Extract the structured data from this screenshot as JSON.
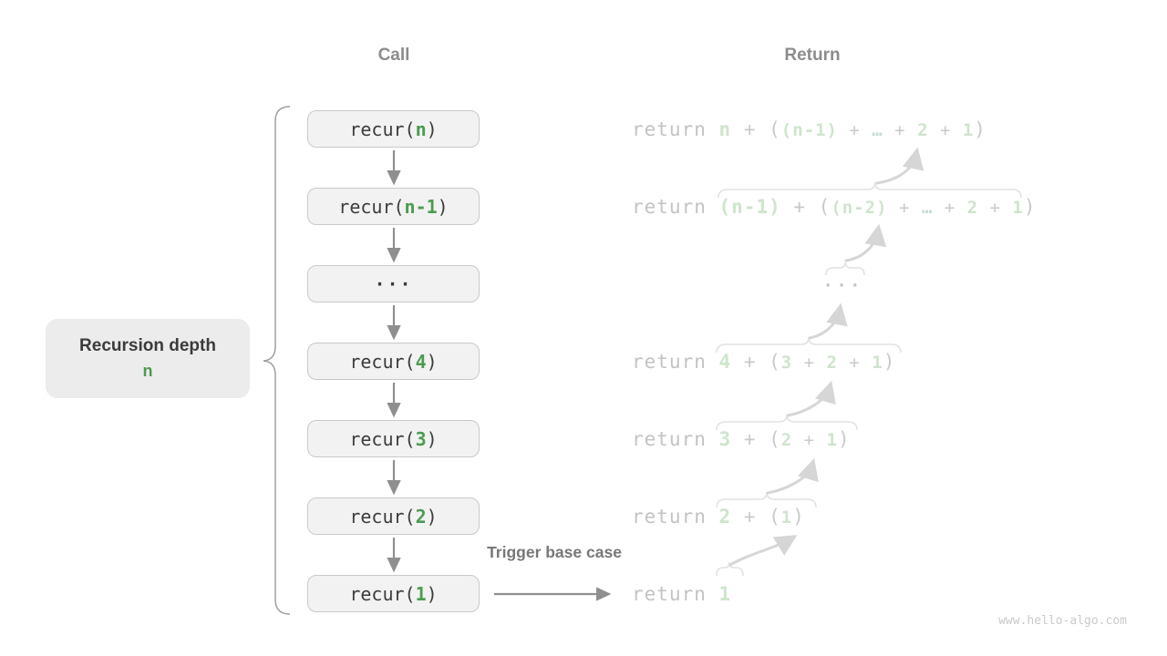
{
  "headers": {
    "call": "Call",
    "return": "Return"
  },
  "side_label": {
    "title": "Recursion depth",
    "value": "n"
  },
  "trigger_label": "Trigger base case",
  "watermark": "www.hello-algo.com",
  "call_column": {
    "boxes": [
      {
        "prefix": "recur(",
        "arg": "n",
        "suffix": ")"
      },
      {
        "prefix": "recur(",
        "arg": "n-1",
        "suffix": ")"
      },
      {
        "ellipsis": "···"
      },
      {
        "prefix": "recur(",
        "arg": "4",
        "suffix": ")"
      },
      {
        "prefix": "recur(",
        "arg": "3",
        "suffix": ")"
      },
      {
        "prefix": "recur(",
        "arg": "2",
        "suffix": ")"
      },
      {
        "prefix": "recur(",
        "arg": "1",
        "suffix": ")"
      }
    ]
  },
  "return_column": {
    "rows": [
      {
        "segments": [
          {
            "t": "return ",
            "s": "kw"
          },
          {
            "t": "n",
            "s": "val"
          },
          {
            "t": " + (",
            "s": "op"
          },
          {
            "t": "(n-1)",
            "s": "val",
            "sm": true
          },
          {
            "t": " + ",
            "s": "op",
            "sm": true
          },
          {
            "t": "…",
            "s": "dots",
            "sm": true
          },
          {
            "t": " + ",
            "s": "op",
            "sm": true
          },
          {
            "t": "2",
            "s": "val",
            "sm": true
          },
          {
            "t": " + ",
            "s": "op",
            "sm": true
          },
          {
            "t": "1",
            "s": "val",
            "sm": true
          },
          {
            "t": ")",
            "s": "op"
          }
        ]
      },
      {
        "segments": [
          {
            "t": "return ",
            "s": "kw"
          },
          {
            "t": "(n-1)",
            "s": "val"
          },
          {
            "t": " + (",
            "s": "op"
          },
          {
            "t": "(n-2)",
            "s": "val",
            "sm": true
          },
          {
            "t": " + ",
            "s": "op",
            "sm": true
          },
          {
            "t": "…",
            "s": "dots",
            "sm": true
          },
          {
            "t": " + ",
            "s": "op",
            "sm": true
          },
          {
            "t": "2",
            "s": "val",
            "sm": true
          },
          {
            "t": " + ",
            "s": "op",
            "sm": true
          },
          {
            "t": "1",
            "s": "val",
            "sm": true
          },
          {
            "t": ")",
            "s": "op"
          }
        ]
      },
      {
        "segments": [
          {
            "t": "···",
            "s": "rdots"
          }
        ]
      },
      {
        "segments": [
          {
            "t": "return ",
            "s": "kw"
          },
          {
            "t": "4",
            "s": "val"
          },
          {
            "t": " + (",
            "s": "op"
          },
          {
            "t": "3",
            "s": "val",
            "sm": true
          },
          {
            "t": " + ",
            "s": "op",
            "sm": true
          },
          {
            "t": "2",
            "s": "val",
            "sm": true
          },
          {
            "t": " + ",
            "s": "op",
            "sm": true
          },
          {
            "t": "1",
            "s": "val",
            "sm": true
          },
          {
            "t": ")",
            "s": "op"
          }
        ]
      },
      {
        "segments": [
          {
            "t": "return ",
            "s": "kw"
          },
          {
            "t": "3",
            "s": "val"
          },
          {
            "t": " + (",
            "s": "op"
          },
          {
            "t": "2",
            "s": "val",
            "sm": true
          },
          {
            "t": " + ",
            "s": "op",
            "sm": true
          },
          {
            "t": "1",
            "s": "val",
            "sm": true
          },
          {
            "t": ")",
            "s": "op"
          }
        ]
      },
      {
        "segments": [
          {
            "t": "return ",
            "s": "kw"
          },
          {
            "t": "2",
            "s": "val"
          },
          {
            "t": " + (",
            "s": "op"
          },
          {
            "t": "1",
            "s": "val",
            "sm": true
          },
          {
            "t": ")",
            "s": "op"
          }
        ]
      },
      {
        "segments": [
          {
            "t": "return ",
            "s": "kw"
          },
          {
            "t": "1",
            "s": "val"
          }
        ]
      }
    ]
  },
  "colors": {
    "green": "#4c9b51",
    "pale_green": "#cfe4cd",
    "pale_dots": "#c4dad4",
    "return_keyword": "#c3c3c3",
    "return_operator": "#c9c9c9",
    "header_gray": "#8c8c8c",
    "box_text": "#3c3c3c",
    "box_bg": "#f2f2f2",
    "box_border": "#c9c9c9",
    "arrow_gray": "#8f8f8f",
    "curve_arrow": "#d6d6d6",
    "brace": "#a0a0a0",
    "overbrace": "#e2e2e2",
    "trigger_text": "#777777",
    "watermark": "#c9c9c9",
    "label_bg": "#ececec",
    "label_text": "#3b3b3b"
  }
}
